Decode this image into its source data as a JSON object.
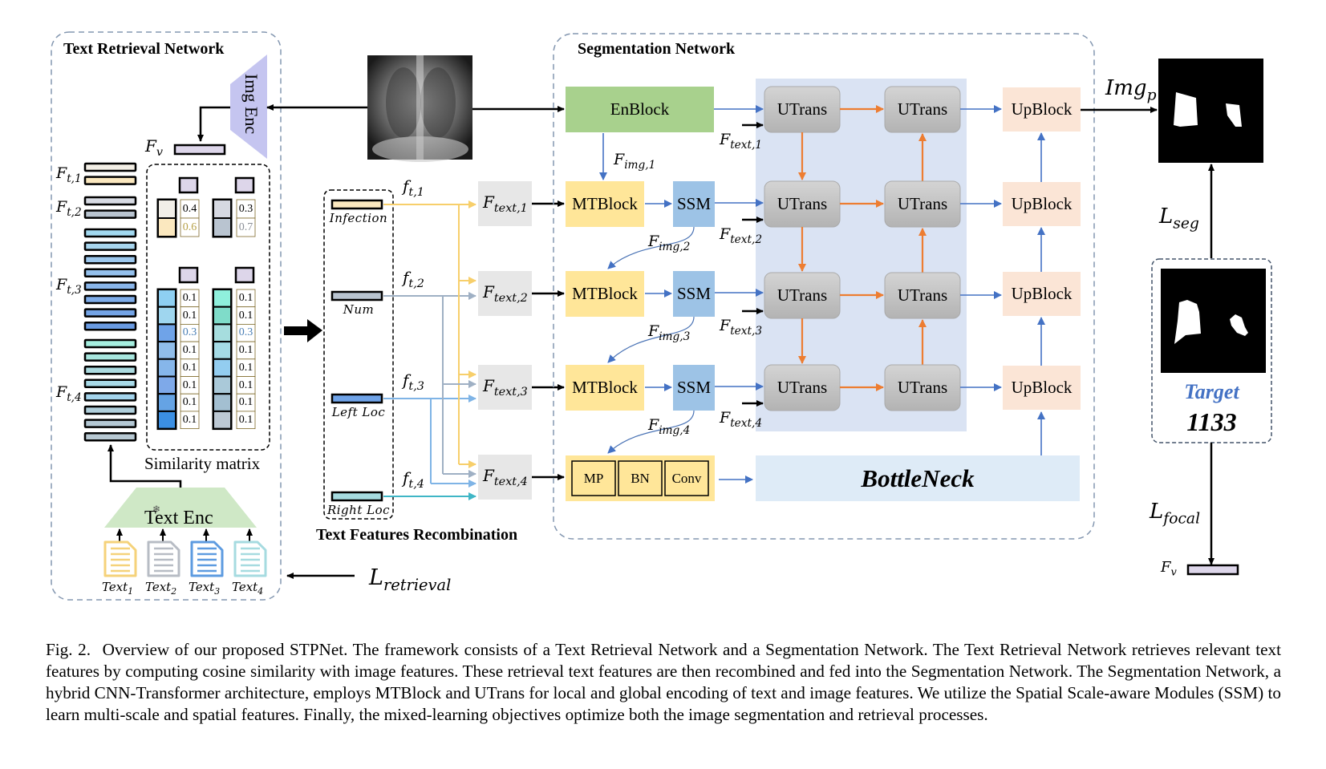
{
  "figure": {
    "text_retrieval": {
      "title": "Text Retrieval Network",
      "img_enc_label": "Img Enc",
      "fv_label": "F",
      "fv_sub": "v",
      "feature_groups": [
        {
          "label": "F",
          "sub": "t,1",
          "colors": [
            "#f3efe6",
            "#fbe8bf"
          ]
        },
        {
          "label": "F",
          "sub": "t,2",
          "colors": [
            "#d7dae3",
            "#b9c4d0"
          ]
        },
        {
          "label": "F",
          "sub": "t,3",
          "colors": [
            "#a2d9f0",
            "#a8d6ef",
            "#9dc8ee",
            "#94c0ec",
            "#8ab6ea",
            "#7fadea",
            "#74a4e6",
            "#6a9be2"
          ]
        },
        {
          "label": "F",
          "sub": "t,4",
          "colors": [
            "#a6efe0",
            "#a8e6de",
            "#acdbe0",
            "#a9dbe9",
            "#a4d4ec",
            "#b0cfdb",
            "#b4c8d4",
            "#b7c8d2"
          ]
        }
      ],
      "similarity": {
        "label": "Similarity matrix",
        "top_pair": [
          {
            "cells": [
              "#f2efe8",
              "#fbe8bf"
            ],
            "values": [
              "0.4",
              "0.6"
            ],
            "highlight": 1,
            "highlight_color": "#b8a24a"
          },
          {
            "cells": [
              "#d6d9e2",
              "#b9c4d0"
            ],
            "values": [
              "0.3",
              "0.7"
            ],
            "highlight": 1,
            "highlight_color": "#8a8f96"
          }
        ],
        "bottom_pair": [
          {
            "cells": [
              "#8ecff2",
              "#9fd6ef",
              "#6fa3e8",
              "#90bdea",
              "#86b6ea",
              "#7ea9e9",
              "#65a3e4",
              "#3b8fe3"
            ],
            "values": [
              "0.1",
              "0.1",
              "0.3",
              "0.1",
              "0.1",
              "0.1",
              "0.1",
              "0.1"
            ],
            "highlight": 2,
            "highlight_color": "#4a7fb5"
          },
          {
            "cells": [
              "#8ff0dc",
              "#7fdcc9",
              "#a6ddde",
              "#a5dbe6",
              "#93cdf0",
              "#aac9d9",
              "#a3bfd1",
              "#bcc8d3"
            ],
            "values": [
              "0.1",
              "0.1",
              "0.3",
              "0.1",
              "0.1",
              "0.1",
              "0.1",
              "0.1"
            ],
            "highlight": 2,
            "highlight_color": "#4a7fb5"
          }
        ]
      },
      "text_enc_label": "Text Enc",
      "snowflake_icon": "snowflake-icon",
      "documents": [
        {
          "label": "Text",
          "sub": "1",
          "color": "#f5d27a"
        },
        {
          "label": "Text",
          "sub": "2",
          "color": "#b7bcc4"
        },
        {
          "label": "Text",
          "sub": "3",
          "color": "#5d9be0"
        },
        {
          "label": "Text",
          "sub": "4",
          "color": "#a6dbe0"
        }
      ]
    },
    "loss_retrieval": {
      "label": "L",
      "sub": "retrieval"
    },
    "recombination": {
      "title": "Text Features Recombination",
      "features": [
        {
          "name": "Infection",
          "f_label": "f",
          "f_sub": "t,1",
          "bar_color": "#fbe8bf",
          "line_color": "#f7cf6b"
        },
        {
          "name": "Num",
          "f_label": "f",
          "f_sub": "t,2",
          "bar_color": "#b9c4d0",
          "line_color": "#9fb0c4"
        },
        {
          "name": "Left Loc",
          "f_label": "f",
          "f_sub": "t,3",
          "bar_color": "#6fa3e8",
          "line_color": "#7fb4e6"
        },
        {
          "name": "Right Loc",
          "f_label": "f",
          "f_sub": "t,4",
          "bar_color": "#a6dbe0",
          "line_color": "#3fb6c6"
        }
      ],
      "fused": [
        {
          "label": "F",
          "sub": "text,1"
        },
        {
          "label": "F",
          "sub": "text,2"
        },
        {
          "label": "F",
          "sub": "text,3"
        },
        {
          "label": "F",
          "sub": "text,4"
        }
      ]
    },
    "segmentation": {
      "title": "Segmentation Network",
      "enblock_label": "EnBlock",
      "mtblock_label": "MTBlock",
      "ssm_label": "SSM",
      "utrans_label": "UTrans",
      "upblock_label": "UpBlock",
      "bottleneck_label": "BottleNeck",
      "bottleneck_parts": [
        "MP",
        "BN",
        "Conv"
      ],
      "img_feats": [
        {
          "label": "F",
          "sub": "img,1"
        },
        {
          "label": "F",
          "sub": "img,2"
        },
        {
          "label": "F",
          "sub": "img,3"
        },
        {
          "label": "F",
          "sub": "img,4"
        }
      ],
      "text_inputs": [
        {
          "label": "F",
          "sub": "text,1"
        },
        {
          "label": "F",
          "sub": "text,2"
        },
        {
          "label": "F",
          "sub": "text,3"
        },
        {
          "label": "F",
          "sub": "text,4"
        }
      ]
    },
    "output": {
      "pred_label": "Img",
      "pred_sub": "p",
      "loss_seg": {
        "label": "L",
        "sub": "seg"
      },
      "target_title": "Target",
      "target_id": "1133",
      "loss_focal": {
        "label": "L",
        "sub": "focal"
      },
      "fv_label": "F",
      "fv_sub": "v"
    },
    "colors": {
      "enblock": "#a8d18d",
      "mtblock": "#ffe699",
      "ssm": "#9dc3e6",
      "utrans": "#c9c9c9",
      "upblock": "#fbe5d6",
      "bottleneck": "#deebf7",
      "panel": "#dae3f3",
      "ftext_box": "#e7e7e7",
      "blue_arrow": "#4472c4",
      "orange_arrow": "#ed7d31",
      "dash_border": "#8497b0",
      "target_text": "#4472c4",
      "fv_bar": "#ddd6ea",
      "img_enc": "#c5c5f0",
      "text_enc": "#cfe8c6"
    }
  },
  "caption": {
    "figno": "Fig. 2.",
    "text": "Overview of our proposed STPNet. The framework consists of a Text Retrieval Network and a Segmentation Network. The Text Retrieval Network retrieves relevant text features by computing cosine similarity with image features. These retrieval text features are then recombined and fed into the Segmentation Network. The Segmentation Network, a hybrid CNN-Transformer architecture, employs MTBlock and UTrans for local and global encoding of text and image features. We utilize the Spatial Scale-aware Modules (SSM) to learn multi-scale and spatial features. Finally, the mixed-learning objectives optimize both the image segmentation and retrieval processes."
  }
}
